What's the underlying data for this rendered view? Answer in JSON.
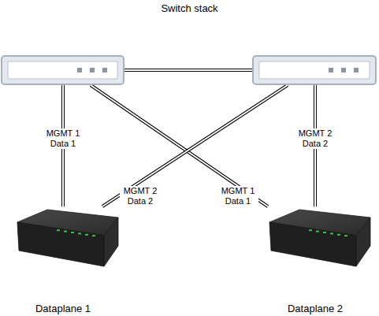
{
  "diagram": {
    "title": "Switch stack",
    "nodes": [
      {
        "text": []
      },
      {
        "text": []
      },
      {
        "text": [
          "Dataplane 1"
        ]
      },
      {
        "text": [
          "Dataplane 2"
        ]
      }
    ],
    "edges": [
      {
        "from": 0,
        "to": 1,
        "arrow": "none"
      },
      {
        "from": 0,
        "to": 2,
        "label": "MGMT 1 Data 1",
        "arrow": "none"
      },
      {
        "from": 0,
        "to": 3,
        "label": "MGMT 1 Data 1",
        "arrow": "none"
      },
      {
        "from": 1,
        "to": 2,
        "label": "MGMT 2 Data 2",
        "arrow": "none"
      },
      {
        "from": 1,
        "to": 3,
        "label": "MGMT 2 Data 2",
        "arrow": "none"
      }
    ]
  }
}
